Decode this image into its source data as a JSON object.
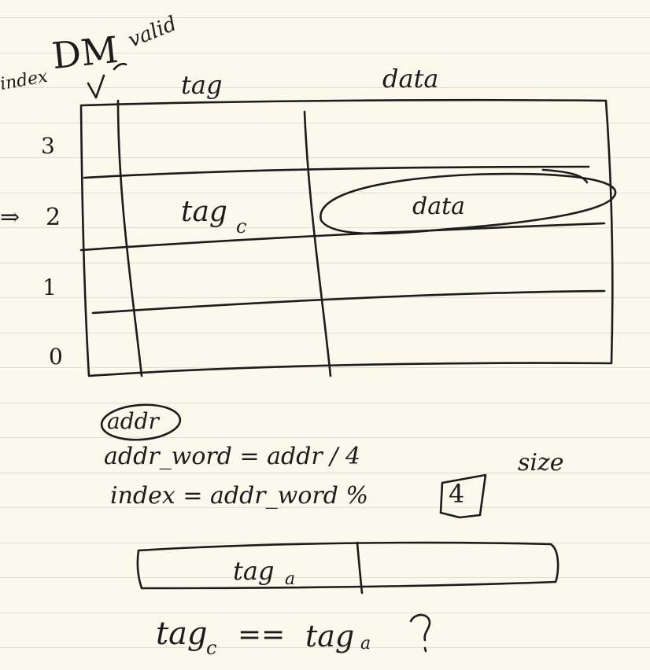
{
  "sketch": {
    "title": "DM",
    "valid_note": "valid",
    "headers": {
      "index": "index",
      "valid": "v",
      "tag": "tag",
      "data": "data"
    },
    "rows": [
      {
        "index": "3",
        "tag": "",
        "data": ""
      },
      {
        "index": "2",
        "tag": "tag",
        "tag_sub": "c",
        "data": "data"
      },
      {
        "index": "1",
        "tag": "",
        "data": ""
      },
      {
        "index": "0",
        "tag": "",
        "data": ""
      }
    ],
    "pointer_arrow": "⇒",
    "equations": {
      "addr": "addr",
      "addr_word": "addr_word = addr / 4",
      "size_label": "size",
      "index_prefix": "index = addr_word %",
      "index_size": "4"
    },
    "address_box": {
      "tag": "tag",
      "tag_sub": "a"
    },
    "comparison": {
      "left": "tag",
      "left_sub": "c",
      "op": "==",
      "right": "tag",
      "right_sub": "a",
      "question": "?"
    }
  },
  "colors": {
    "ink": "#1c1c1c",
    "paper": "#fbf8ec",
    "rule": "#e2ddd0"
  }
}
